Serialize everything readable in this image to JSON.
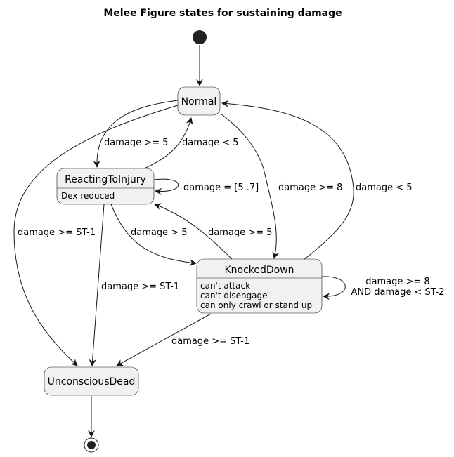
{
  "title": "Melee Figure states for sustaining damage",
  "states": {
    "normal": {
      "name": "Normal"
    },
    "reacting": {
      "name": "ReactingToInjury",
      "desc": [
        "Dex reduced"
      ]
    },
    "knocked": {
      "name": "KnockedDown",
      "desc": [
        "can't attack",
        "can't disengage",
        "can only crawl or stand up"
      ]
    },
    "unconscious": {
      "name": "UnconsciousDead"
    }
  },
  "transitions": {
    "normal_to_reacting": "damage >= 5",
    "reacting_to_normal": "damage < 5",
    "reacting_self": "damage = [5..7]",
    "normal_to_knocked": "damage >= 8",
    "knocked_to_normal": "damage < 5",
    "normal_to_unconscious": "damage >= ST-1",
    "reacting_to_knocked": "damage > 5",
    "knocked_to_reacting": "damage >= 5",
    "reacting_to_unconscious": "damage >= ST-1",
    "knocked_self": [
      "damage >= 8",
      "AND damage < ST-2"
    ],
    "knocked_to_unconscious": "damage >= ST-1"
  }
}
